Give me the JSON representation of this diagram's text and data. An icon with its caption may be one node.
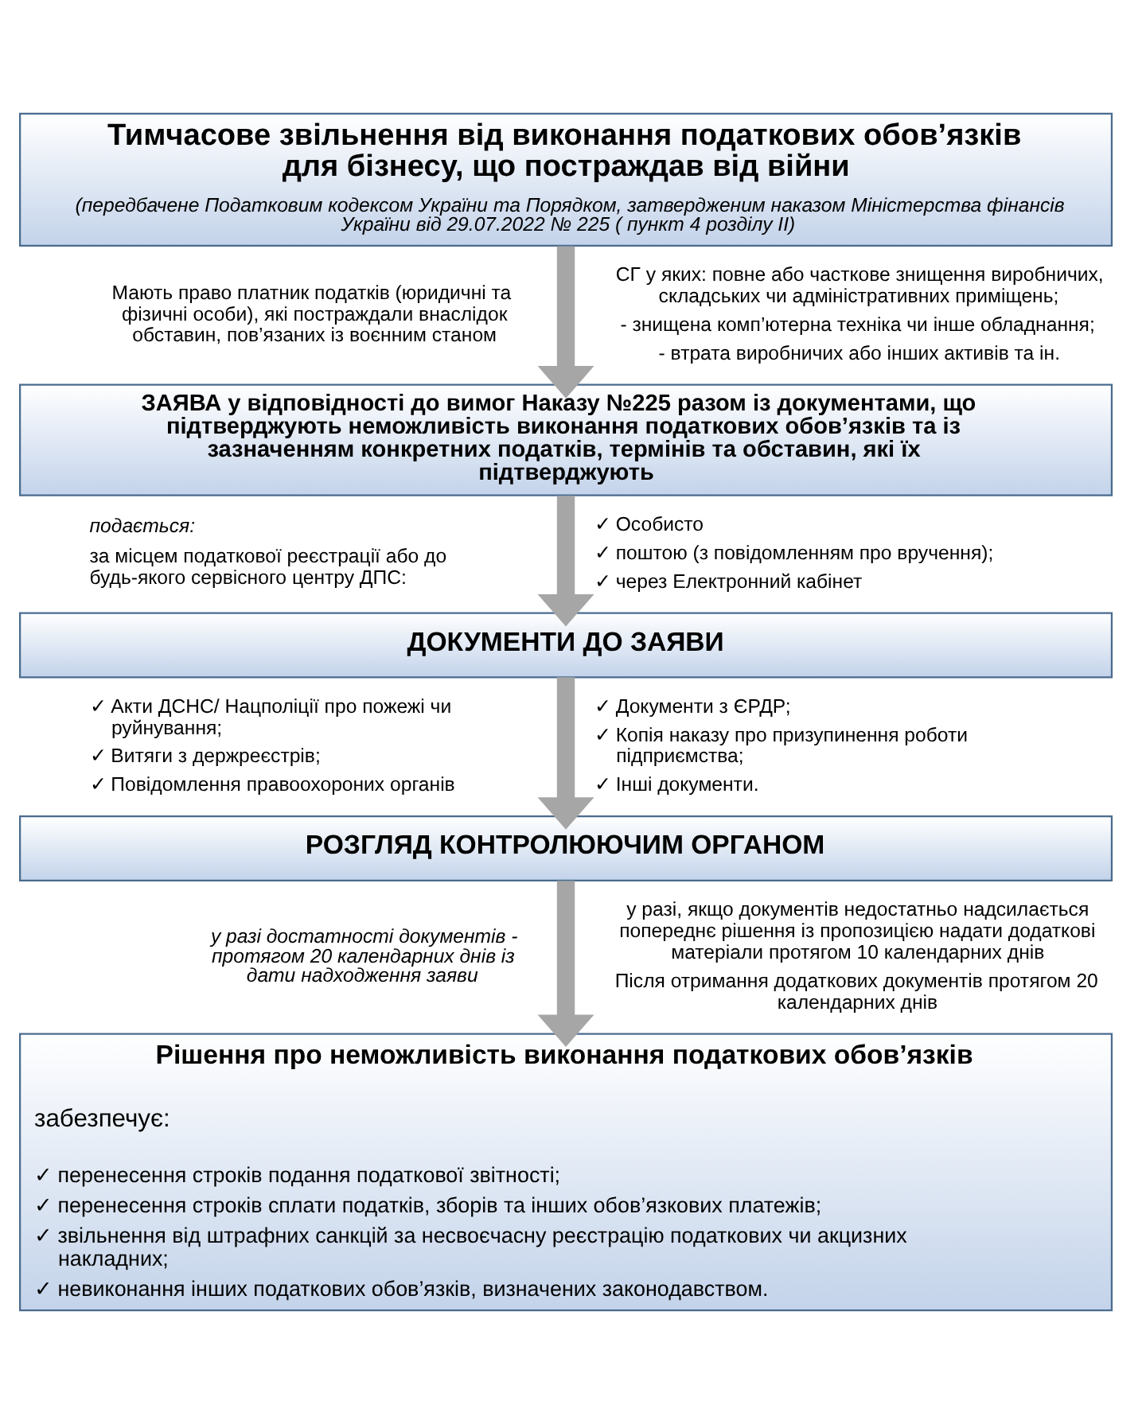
{
  "diagram": {
    "nodes": [
      {
        "text": [
          "Тимчасове звільнення від виконання податкових обов’язків для бізнесу, що постраждав від війни",
          "(передбачене Податковим кодексом України та Порядком, затвердженим наказом Міністерства фінансів України від 29.07.2022 № 225 ( пункт 4 розділу ІІ)"
        ]
      },
      {
        "text": [
          "ЗАЯВА у відповідності до вимог Наказу №225 разом із документами, що підтверджують неможливість виконання податкових обов’язків та із зазначенням конкретних податків, термінів та обставин, які їх підтверджують"
        ]
      },
      {
        "text": [
          "ДОКУМЕНТИ ДО ЗАЯВИ"
        ]
      },
      {
        "text": [
          "РОЗГЛЯД КОНТРОЛЮЮЧИМ ОРГАНОМ"
        ]
      },
      {
        "text": [
          "Рішення про неможливість виконання податкових обов’язків",
          "забезпечує:",
          "✓ перенесення строків подання податкової звітності;",
          "✓ перенесення строків сплати податків, зборів та інших обов’язкових платежів;",
          "✓ звільнення від штрафних санкцій за несвоєчасну реєстрацію податкових чи акцизних накладних;",
          "✓ невиконання інших податкових обов’язків, визначених законодавством."
        ]
      }
    ],
    "edges": [
      {
        "from": 0,
        "to": 1,
        "arrow": "to"
      },
      {
        "from": 1,
        "to": 2,
        "arrow": "to"
      },
      {
        "from": 2,
        "to": 3,
        "arrow": "to"
      },
      {
        "from": 3,
        "to": 4,
        "arrow": "to"
      }
    ],
    "labels": [
      "Мають право платник податків (юридичні та фізичні особи), які постраждали внаслідок обставин, пов’язаних із воєнним станом",
      "СГ у яких: повне або часткове знищення виробничих, складських чи адміністративних приміщень;",
      "- знищена комп’ютерна техніка чи інше обладнання;",
      "- втрата виробничих або інших активів та ін.",
      "подається:",
      "за місцем податкової реєстрації або до будь-якого сервісного центру ДПС:",
      "✓ Особисто",
      "✓ поштою (з повідомленням про вручення);",
      "✓ через Електронний кабінет",
      "✓ Акти ДСНС/ Нацполіції про пожежі чи руйнування;",
      "✓ Витяги з держреєстрів;",
      "✓ Повідомлення правоохороних органів",
      "✓ Документи з ЄРДР;",
      "✓ Копія наказу про призупинення роботи підприємства;",
      "✓ Інші документи.",
      "у разі достатності документів - протягом 20 календарних днів із дати надходження заяви",
      "у разі, якщо документів недостатньо надсилається попереднє рішення із пропозицією надати додаткові матеріали протягом 10 календарних днів",
      "Після отримання додаткових документів протягом 20 календарних днів"
    ]
  }
}
